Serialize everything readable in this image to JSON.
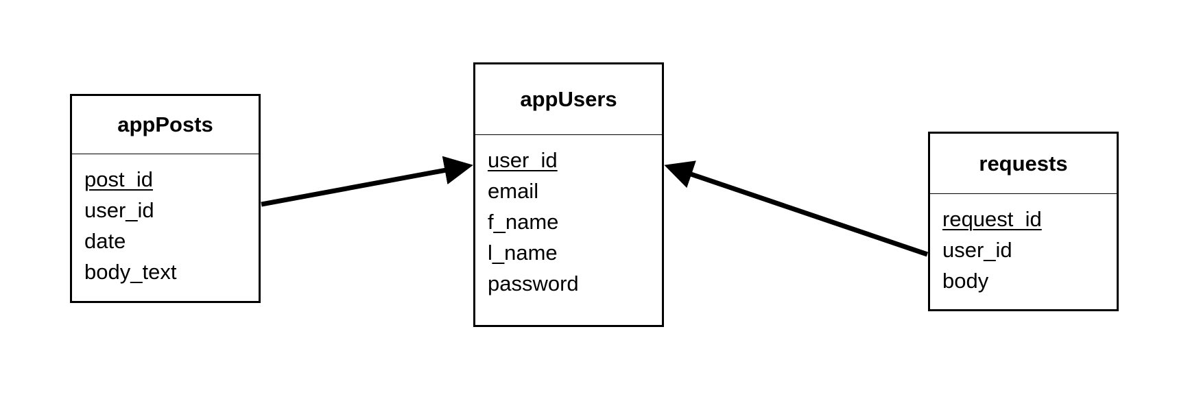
{
  "entities": {
    "appPosts": {
      "title": "appPosts",
      "fields": [
        "post_id",
        "user_id",
        "date",
        "body_text"
      ],
      "primary_key": "post_id"
    },
    "appUsers": {
      "title": "appUsers",
      "fields": [
        "user_id",
        "email",
        "f_name",
        "l_name",
        "password"
      ],
      "primary_key": "user_id"
    },
    "requests": {
      "title": "requests",
      "fields": [
        "request_id",
        "user_id",
        "body"
      ],
      "primary_key": "request_id"
    }
  },
  "relationships": [
    {
      "from": "appPosts",
      "to": "appUsers",
      "arrowhead": "at-target"
    },
    {
      "from": "requests",
      "to": "appUsers",
      "arrowhead": "at-target"
    }
  ],
  "colors": {
    "line": "#000000",
    "border": "#000000",
    "background": "#ffffff"
  }
}
